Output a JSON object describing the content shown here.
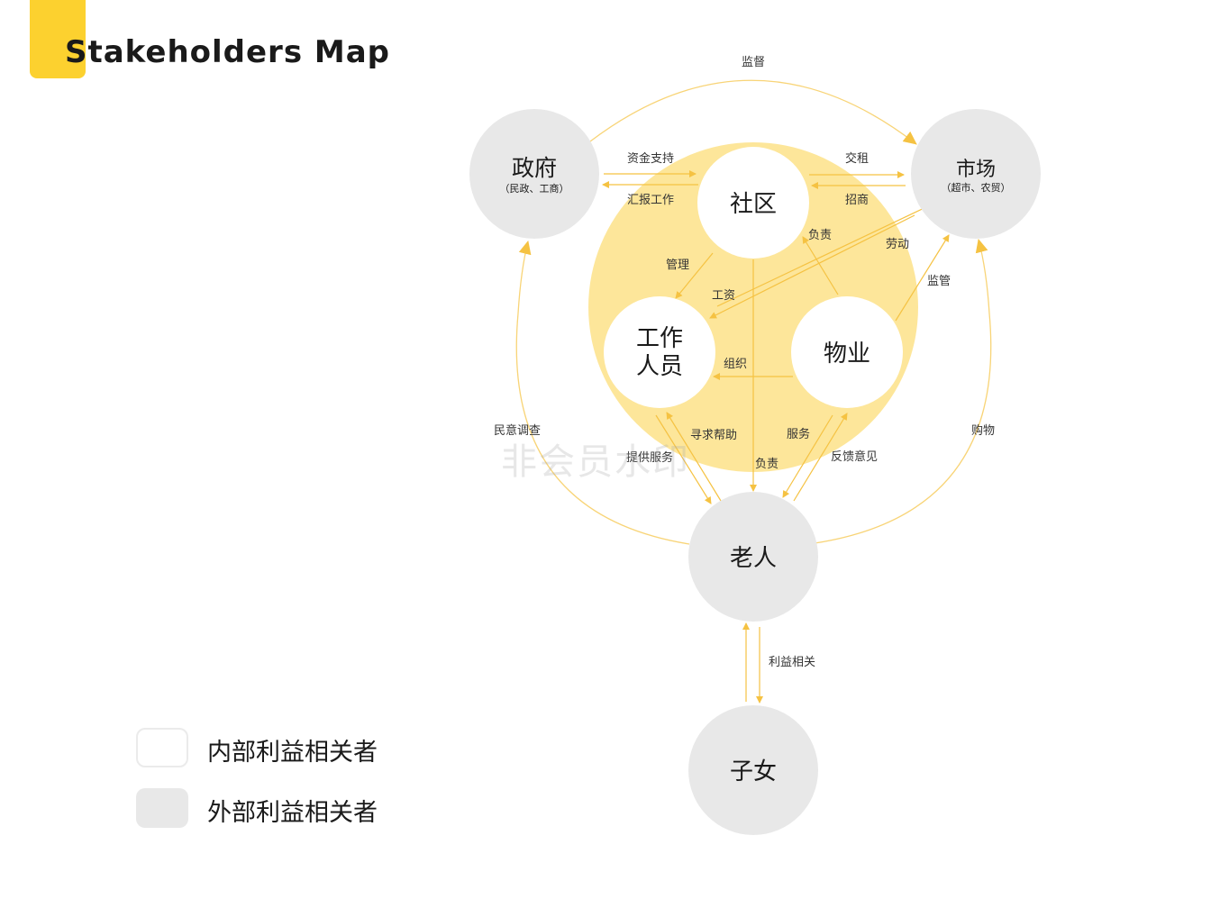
{
  "title": "Stakeholders Map",
  "colors": {
    "accent": "#fcd12f",
    "inner_circle": "#fde69a",
    "arrow": "#f5c242",
    "external_node": "#e8e8e8",
    "internal_node": "#ffffff"
  },
  "nodes": {
    "government": {
      "label": "政府",
      "sub": "（民政、工商）"
    },
    "market": {
      "label": "市场",
      "sub": "（超市、农贸）"
    },
    "community": {
      "label": "社区"
    },
    "staff": {
      "line1": "工作",
      "line2": "人员"
    },
    "property": {
      "label": "物业"
    },
    "elderly": {
      "label": "老人"
    },
    "children": {
      "label": "子女"
    }
  },
  "edge_labels": {
    "supervise": "监督",
    "funding": "资金支持",
    "report": "汇报工作",
    "rent": "交租",
    "recruit": "招商",
    "responsible_property": "负责",
    "labor": "劳动",
    "manage": "管理",
    "wage": "工资",
    "regulate": "监管",
    "organize": "组织",
    "survey": "民意调查",
    "shopping": "购物",
    "seek_help": "寻求帮助",
    "provide_service": "提供服务",
    "service": "服务",
    "responsible_elderly": "负责",
    "feedback": "反馈意见",
    "interest": "利益相关"
  },
  "legend": {
    "internal": "内部利益相关者",
    "external": "外部利益相关者"
  },
  "watermark": "非会员水印"
}
